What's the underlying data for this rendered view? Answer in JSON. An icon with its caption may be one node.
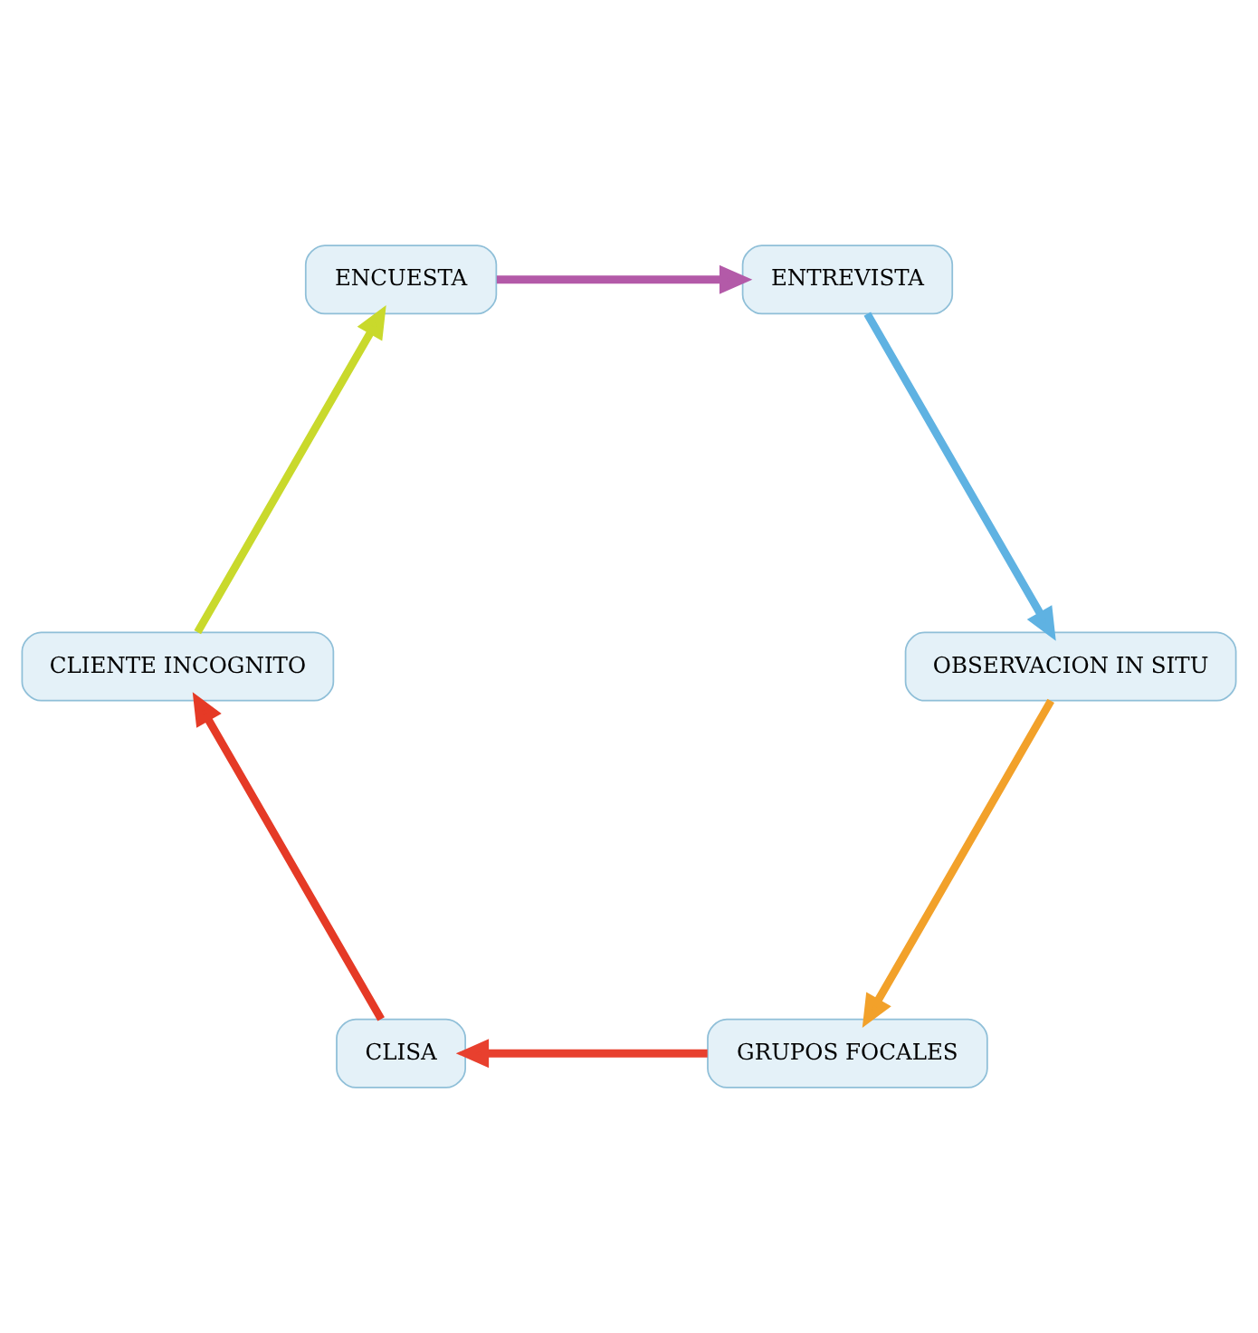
{
  "diagram": {
    "nodes": [
      {
        "text": [
          "GRUPOS FOCALES"
        ]
      },
      {
        "text": [
          "CLISA"
        ]
      },
      {
        "text": [
          "CLIENTE INCOGNITO"
        ]
      },
      {
        "text": [
          "ENCUESTA"
        ]
      },
      {
        "text": [
          "ENTREVISTA"
        ]
      },
      {
        "text": [
          "OBSERVACION IN SITU"
        ]
      }
    ],
    "edges": [
      {
        "from": 0,
        "to": 1,
        "arrow": "to",
        "color": "#e8402e"
      },
      {
        "from": 1,
        "to": 2,
        "arrow": "to",
        "color": "#e53a26"
      },
      {
        "from": 2,
        "to": 3,
        "arrow": "to",
        "color": "#c9d92c"
      },
      {
        "from": 3,
        "to": 4,
        "arrow": "to",
        "color": "#b35aa8"
      },
      {
        "from": 4,
        "to": 5,
        "arrow": "to",
        "color": "#5fb2e2"
      },
      {
        "from": 5,
        "to": 0,
        "arrow": "to",
        "color": "#f2a12a"
      }
    ]
  }
}
